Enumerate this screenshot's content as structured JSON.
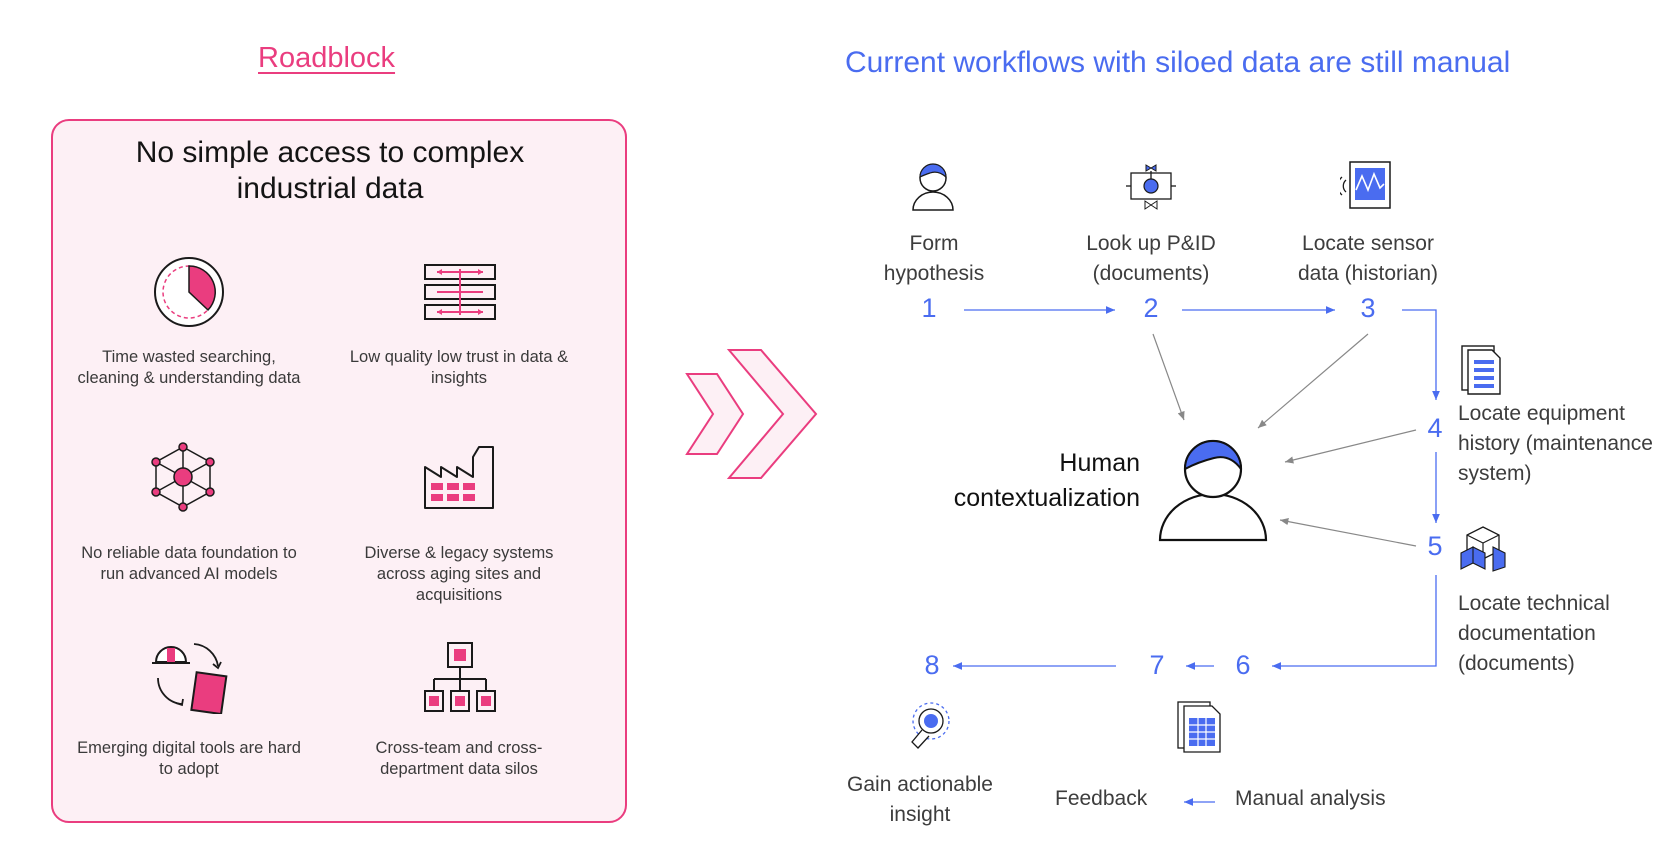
{
  "roadblock": {
    "title": "Roadblock",
    "heading": "No simple access to complex industrial data",
    "items": [
      {
        "icon": "clock-icon",
        "label": "Time wasted searching, cleaning & understanding data"
      },
      {
        "icon": "data-quality-icon",
        "label": "Low quality low trust in data & insights"
      },
      {
        "icon": "network-icon",
        "label": "No reliable data foundation to run advanced AI models"
      },
      {
        "icon": "factory-icon",
        "label": "Diverse & legacy systems across aging sites and acquisitions"
      },
      {
        "icon": "worker-tablet-icon",
        "label": "Emerging digital tools are hard to adopt"
      },
      {
        "icon": "org-chart-icon",
        "label": "Cross-team and cross-department data silos"
      }
    ]
  },
  "workflow": {
    "title": "Current workflows with siloed data are still manual",
    "center_label": "Human contextualization",
    "steps": [
      {
        "number": "1",
        "label": "Form hypothesis",
        "icon": "person-icon"
      },
      {
        "number": "2",
        "label": "Look up P&ID (documents)",
        "icon": "valve-diagram-icon"
      },
      {
        "number": "3",
        "label": "Locate sensor data (historian)",
        "icon": "sensor-monitor-icon"
      },
      {
        "number": "4",
        "label": "Locate equipment history (maintenance system)",
        "icon": "document-icon"
      },
      {
        "number": "5",
        "label": "Locate technical documentation (documents)",
        "icon": "cubes-icon"
      },
      {
        "number": "6",
        "label": "Manual analysis",
        "icon": "spreadsheet-icon"
      },
      {
        "number": "7",
        "label": "Feedback",
        "icon": ""
      },
      {
        "number": "8",
        "label": "Gain actionable insight",
        "icon": "lightbulb-icon"
      }
    ]
  },
  "colors": {
    "pink": "#ea3d7f",
    "blue": "#4a6cf0",
    "card_bg": "#fdf0f5"
  }
}
